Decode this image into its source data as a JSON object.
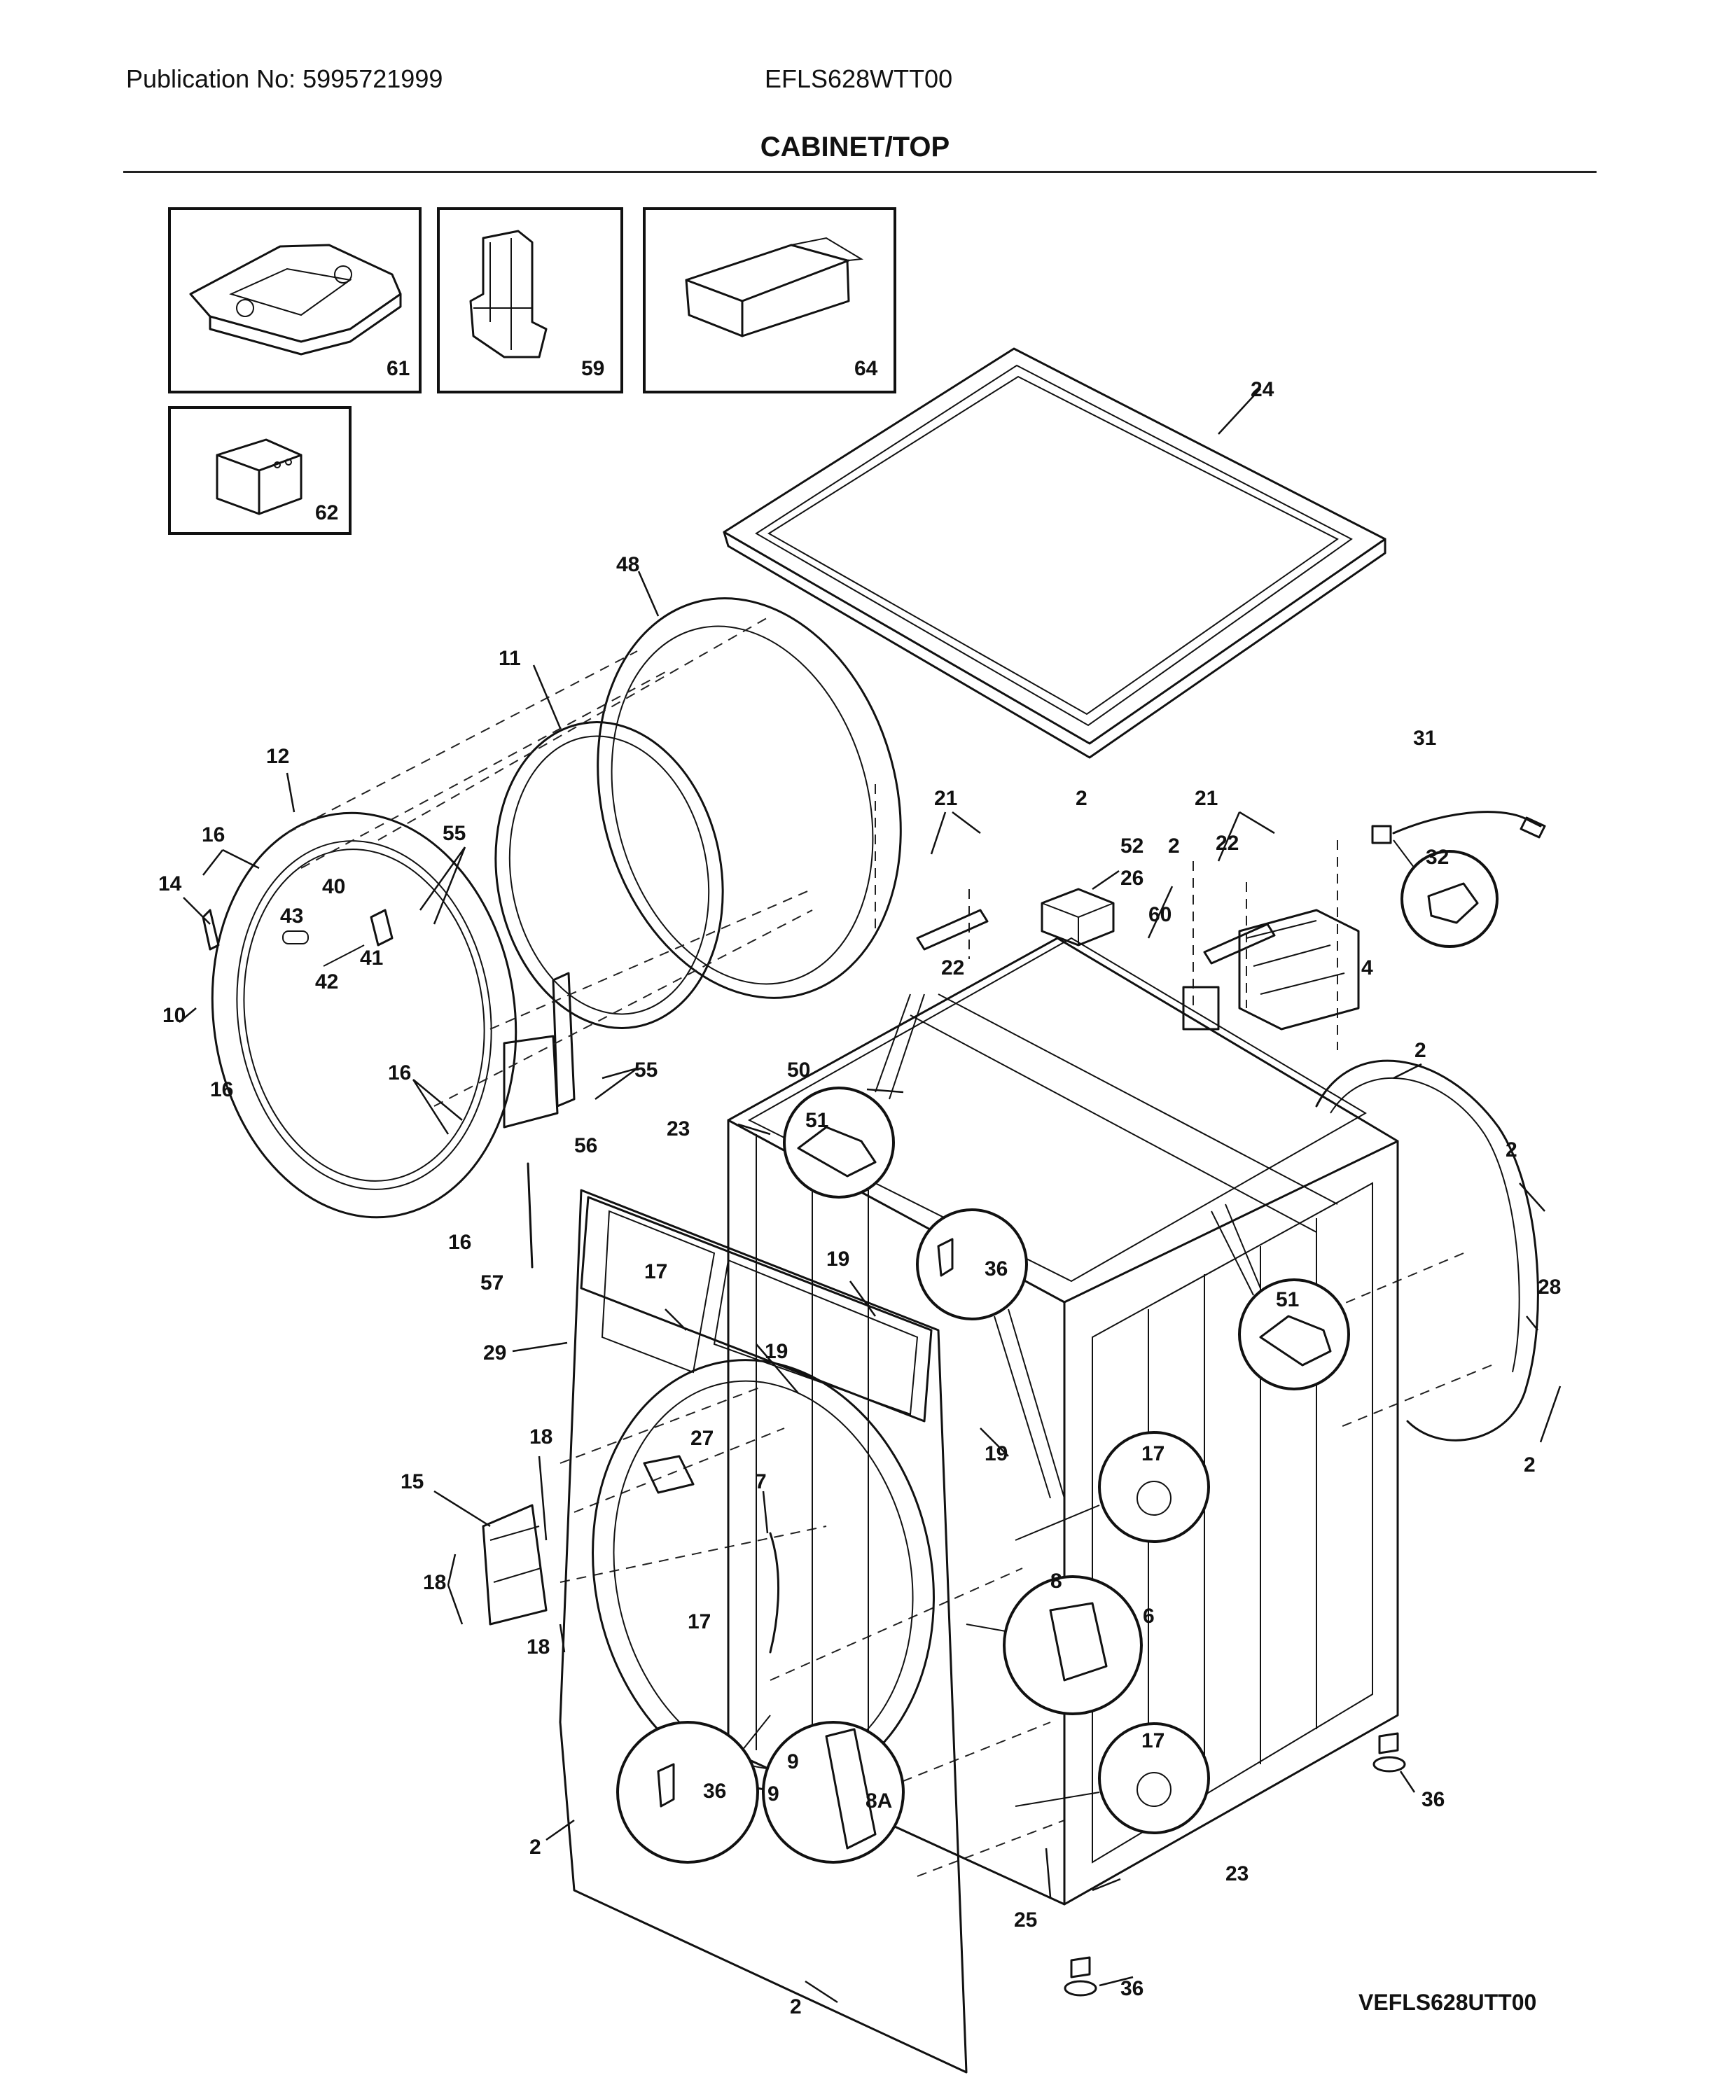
{
  "header": {
    "publication": "Publication No: 5995721999",
    "model": "EFLS628WTT00",
    "title": "CABINET/TOP"
  },
  "footer": {
    "diagram_code": "VEFLS628UTT00"
  },
  "parts": {
    "p61": "61",
    "p59": "59",
    "p64": "64",
    "p62": "62",
    "p24": "24",
    "p48": "48",
    "p11": "11",
    "p12": "12",
    "p16a": "16",
    "p16b": "16",
    "p16c": "16",
    "p16d": "16",
    "p14": "14",
    "p10": "10",
    "p40": "40",
    "p43": "43",
    "p41": "41",
    "p42": "42",
    "p55a": "55",
    "p55b": "55",
    "p56": "56",
    "p57": "57",
    "p21a": "21",
    "p22a": "22",
    "p2a": "2",
    "p52": "52",
    "p2b": "2",
    "p21b": "21",
    "p22b": "22",
    "p26": "26",
    "p60": "60",
    "p31": "31",
    "p32": "32",
    "p4": "4",
    "p2c": "2",
    "p50": "50",
    "p51a": "51",
    "p23a": "23",
    "p2d": "2",
    "p28": "28",
    "p2e": "2",
    "p51b": "51",
    "p36a": "36",
    "p19a": "19",
    "p19b": "19",
    "p19c": "19",
    "p17a": "17",
    "p29": "29",
    "p18a": "18",
    "p15": "15",
    "p27": "27",
    "p7": "7",
    "p18b": "18",
    "p18c": "18",
    "p17b": "17",
    "p17c": "17",
    "p8": "8",
    "p6": "6",
    "p36b": "36",
    "p9a": "9",
    "p9b": "9",
    "p8a": "8A",
    "p2f": "2",
    "p17d": "17",
    "p36c": "36",
    "p23b": "23",
    "p25": "25",
    "p36d": "36",
    "p2g": "2"
  }
}
